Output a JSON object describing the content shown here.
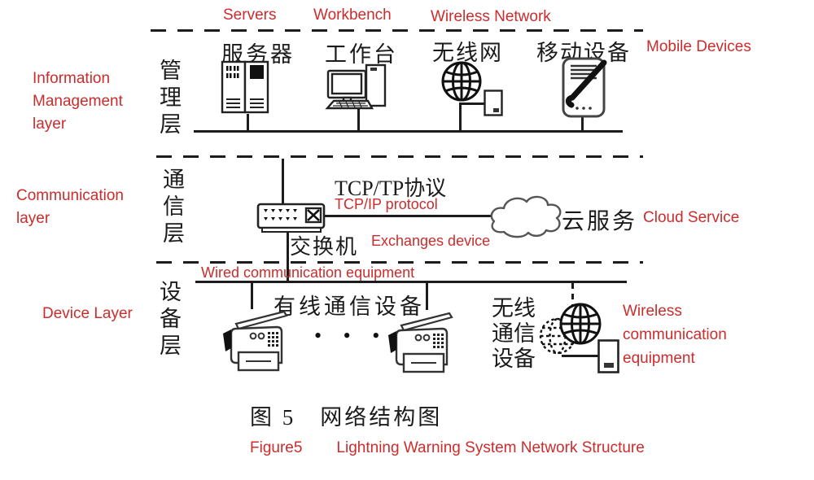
{
  "colors": {
    "annotation_red": "#cc2c2c",
    "line_black": "#1c1c1c"
  },
  "management_layer": {
    "layer_label_cn": "管理层",
    "layer_label_en": [
      "Information",
      "Management",
      "layer"
    ],
    "nodes": [
      {
        "label_cn": "服务器",
        "label_en": "Servers"
      },
      {
        "label_cn": "工作台",
        "label_en": "Workbench"
      },
      {
        "label_cn": "无线网",
        "label_en": "Wireless Network"
      },
      {
        "label_cn": "移动设备",
        "label_en": "Mobile Devices"
      }
    ]
  },
  "communication_layer": {
    "layer_label_cn": "通信层",
    "layer_label_en": [
      "Communication",
      "layer"
    ],
    "protocol_cn": "TCP/TP协议",
    "protocol_en": "TCP/IP protocol",
    "switch_cn": "交换机",
    "switch_en": "Exchanges device",
    "cloud_cn": "云服务",
    "cloud_en": "Cloud Service"
  },
  "device_layer": {
    "layer_label_cn": "设备层",
    "layer_label_en": "Device Layer",
    "wired_en": "Wired communication equipment",
    "wired_cn": "有线通信设备",
    "ellipsis": "•  •  •",
    "wireless_cn": [
      "无线",
      "通信",
      "设备"
    ],
    "wireless_en": [
      "Wireless",
      "communication",
      "equipment"
    ]
  },
  "caption": {
    "cn": "图 5　网络结构图",
    "en_prefix": "Figure5",
    "en_title": "Lightning Warning System Network Structure"
  }
}
